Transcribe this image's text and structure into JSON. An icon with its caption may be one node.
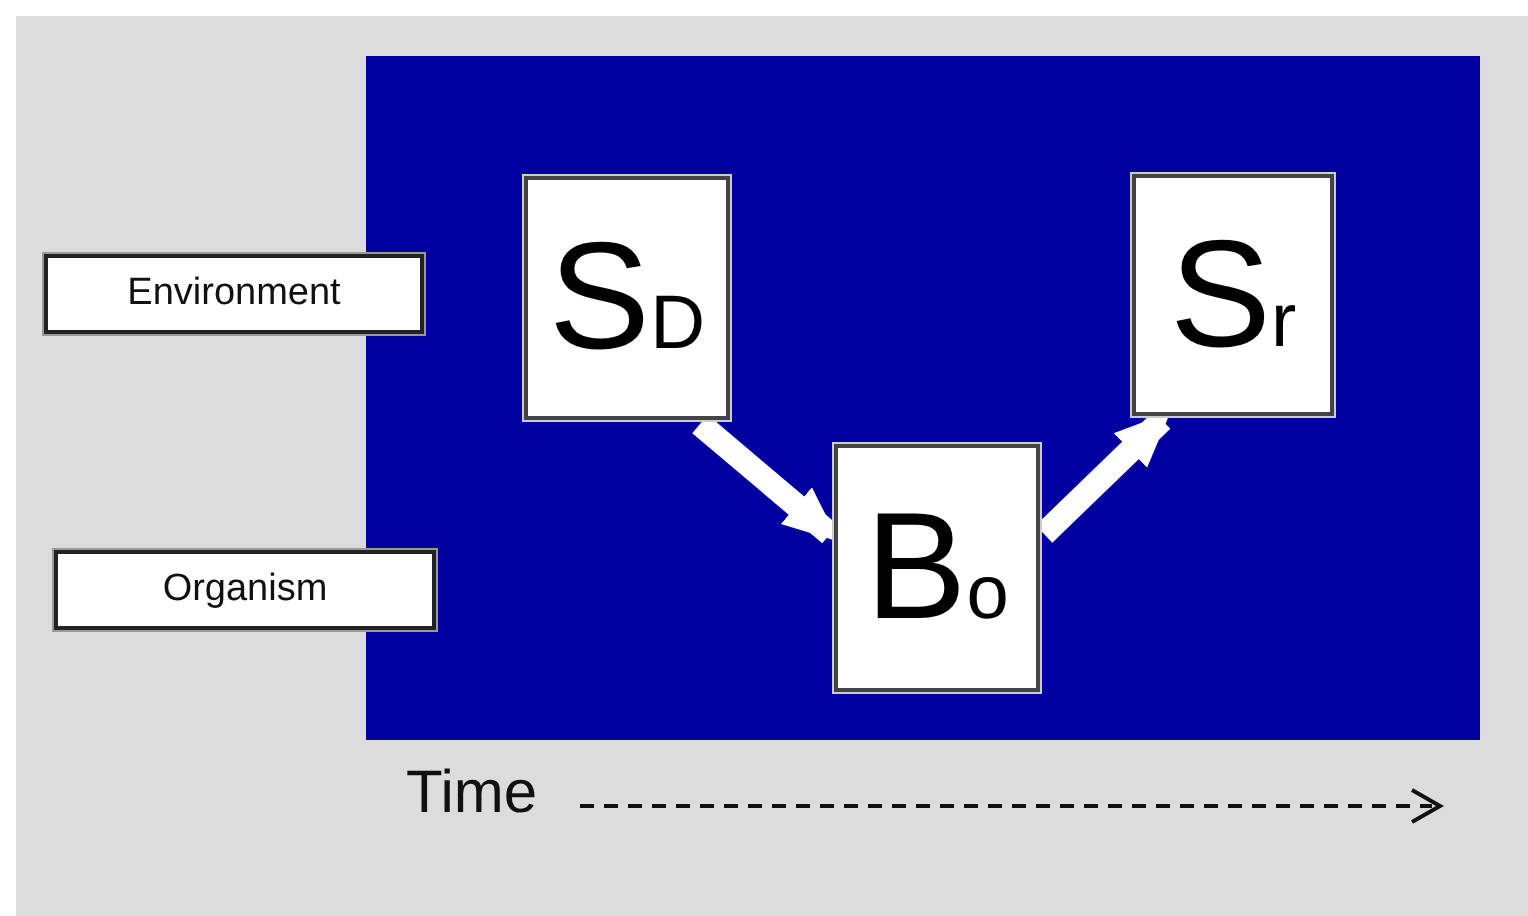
{
  "diagram": {
    "nodes": [
      {
        "text": [],
        "shape": "box"
      },
      {
        "text": [
          "Environment"
        ]
      },
      {
        "text": [
          "Organism"
        ]
      },
      {
        "text": [
          "S$_{D}$"
        ],
        "in": 0
      },
      {
        "text": [
          "B$_{o}$"
        ],
        "in": 0
      },
      {
        "text": [
          "S$_{r}$"
        ],
        "in": 0
      }
    ],
    "edges": [
      {
        "from": 3,
        "to": 4,
        "arrow": "to"
      },
      {
        "from": 4,
        "to": 5,
        "arrow": "to"
      }
    ],
    "labels": [
      "Time"
    ]
  }
}
